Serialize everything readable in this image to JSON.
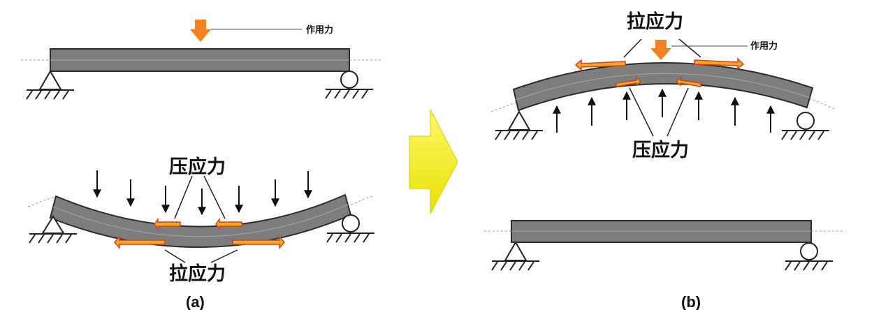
{
  "labels": {
    "tension": "拉应力",
    "compression": "压应力",
    "acting_force": "作用力",
    "caption_a": "(a)",
    "caption_b": "(b)"
  },
  "colors": {
    "beam_fill": "#7d7d7d",
    "beam_edge": "#2b2b2b",
    "load_arrow": "#f58220",
    "stress_arrow_fill": "#f5a623",
    "stress_arrow_edge": "#d0441a",
    "transition_arrow": "#f2ef1a"
  }
}
